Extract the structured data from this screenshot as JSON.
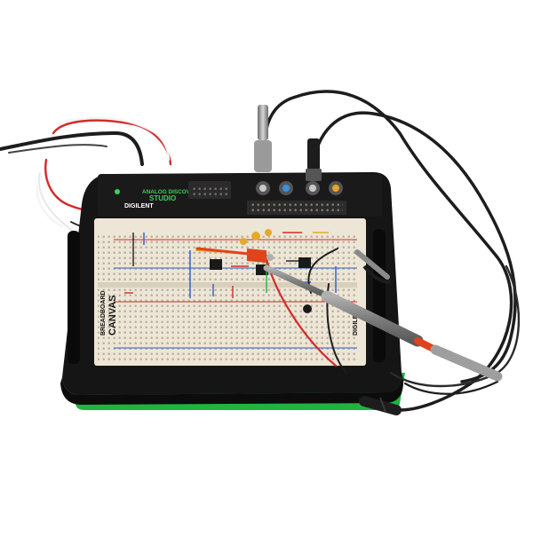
{
  "device": {
    "top_label_line1": "ANALOG DISCOVERY",
    "top_label_line2": "STUDIO",
    "brand": "DIGILENT",
    "side_brand": "DIGILENT",
    "canvas_line1": "BREADBOARD",
    "canvas_line2": "CANVAS"
  },
  "colors": {
    "background": "#ffffff",
    "base_frame": "#151515",
    "green_trim": "#1fb53c",
    "breadboard": "#ede6d6",
    "probe_body": "#8a8a8a",
    "probe_hook": "#e0441b",
    "wire_red": "#d22b2b",
    "wire_white": "#f4f4f4",
    "cable_black": "#1d1d1d",
    "brand_text": "#3ecf5a"
  },
  "icons": {
    "oscilloscope_probe": "oscilloscope-probe-icon",
    "bnc_connector": "bnc-connector-icon"
  }
}
